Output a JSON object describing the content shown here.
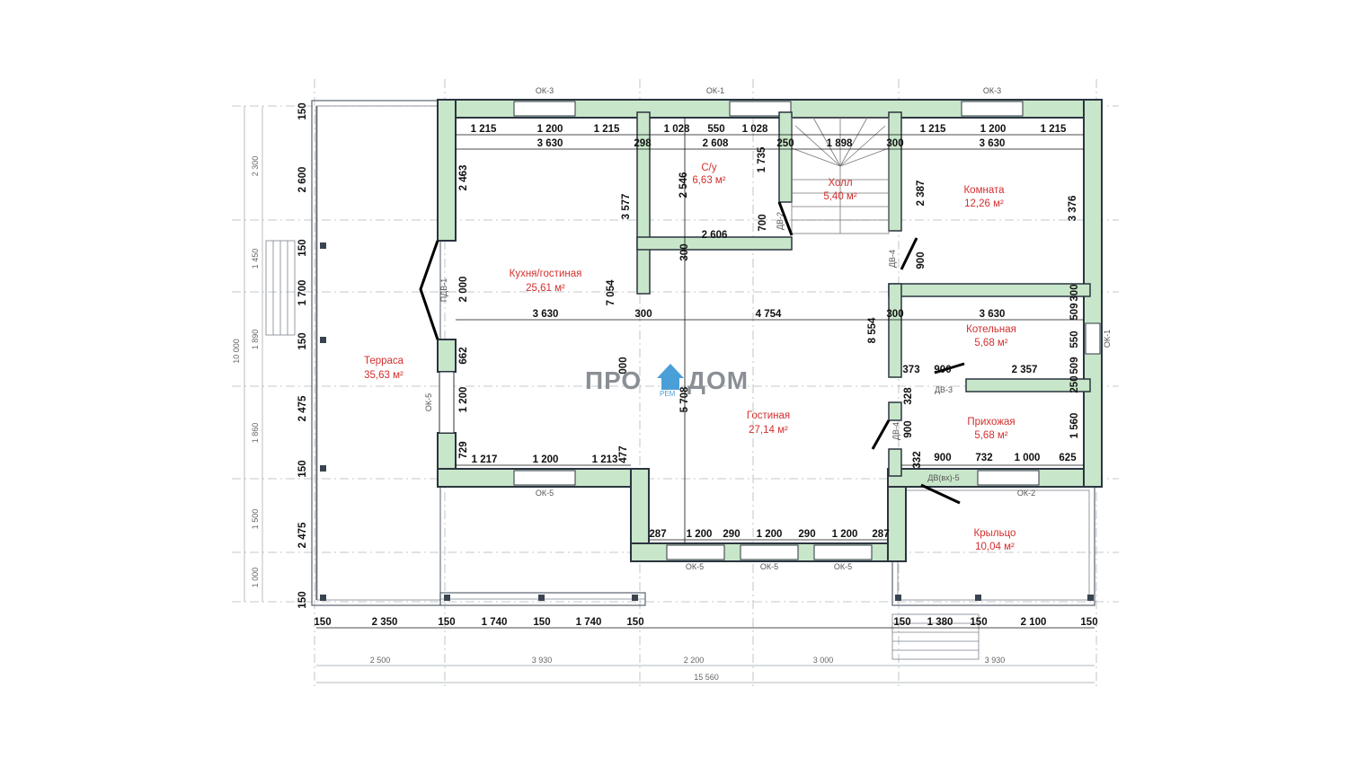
{
  "logo": {
    "left": "ПРО",
    "right": "ДОМ",
    "sub": "РЕМ"
  },
  "rooms": [
    {
      "id": "terrace",
      "name": "Терраса",
      "area": "35,63 м²"
    },
    {
      "id": "kitchen",
      "name": "Кухня/гостиная",
      "area": "25,61 м²"
    },
    {
      "id": "bath",
      "name": "С/у",
      "area": "6,63 м²"
    },
    {
      "id": "hall",
      "name": "Холл",
      "area": "5,40 м²"
    },
    {
      "id": "bedroom",
      "name": "Комната",
      "area": "12,26 м²"
    },
    {
      "id": "boiler",
      "name": "Котельная",
      "area": "5,68 м²"
    },
    {
      "id": "living",
      "name": "Гостиная",
      "area": "27,14 м²"
    },
    {
      "id": "entry",
      "name": "Прихожая",
      "area": "5,68 м²"
    },
    {
      "id": "porch",
      "name": "Крыльцо",
      "area": "10,04 м²"
    }
  ],
  "tags": {
    "ok3_left": "ОК-3",
    "ok1_top": "ОК-1",
    "ok3_right": "ОК-3",
    "ok5_left": "ОК-5",
    "ok5_bottom_left": "ОК-5",
    "ok5_b1": "ОК-5",
    "ok5_b2": "ОК-5",
    "ok5_b3": "ОК-5",
    "ok2": "ОК-2",
    "ok1_right": "ОК-1",
    "pdv1": "ПДВ-1",
    "dv2": "ДВ-2",
    "dv4_top": "ДВ-4",
    "dv4_bottom": "ДВ-4",
    "dv3": "ДВ-3",
    "dvvh5": "ДВ(вх)-5"
  },
  "dims": {
    "top_row1": [
      "1 215",
      "1 200",
      "1 215",
      "1 028",
      "550",
      "1 028",
      "1 215",
      "1 200",
      "1 215"
    ],
    "top_row2": [
      "3 630",
      "298",
      "2 608",
      "250",
      "1 898",
      "300",
      "3 630"
    ],
    "mid": [
      "2 463",
      "3 577",
      "2 546",
      "1 735",
      "2 387",
      "3 376",
      "2 606",
      "700",
      "300",
      "900",
      "2 000",
      "7 054",
      "3 630",
      "300",
      "4 754",
      "300",
      "3 630",
      "8 554",
      "300",
      "509",
      "662",
      "1 200",
      "5 708",
      "000",
      "373",
      "900",
      "2 357",
      "550",
      "509",
      "250",
      "328",
      "900",
      "1 560",
      "729",
      "1 217",
      "1 200",
      "1 213",
      "477",
      "332",
      "900",
      "732",
      "1 000",
      "625",
      "287",
      "1 200",
      "290",
      "1 200",
      "290",
      "1 200",
      "287"
    ],
    "left_150": [
      "150",
      "150",
      "150",
      "150",
      "150"
    ],
    "left_main": [
      "2 600",
      "1 700",
      "2 475",
      "2 475"
    ],
    "left_grey": [
      "2 300",
      "1 450",
      "10 000",
      "1 890",
      "1 860",
      "1 500",
      "1 000"
    ],
    "bottom_row1": [
      "150",
      "2 350",
      "150",
      "1 740",
      "150",
      "1 740",
      "150",
      "150",
      "1 380",
      "150",
      "2 100",
      "150"
    ],
    "bottom_row2": [
      "2 500",
      "3 930",
      "2 200",
      "3 000",
      "3 930"
    ],
    "bottom_total": "15 560"
  }
}
